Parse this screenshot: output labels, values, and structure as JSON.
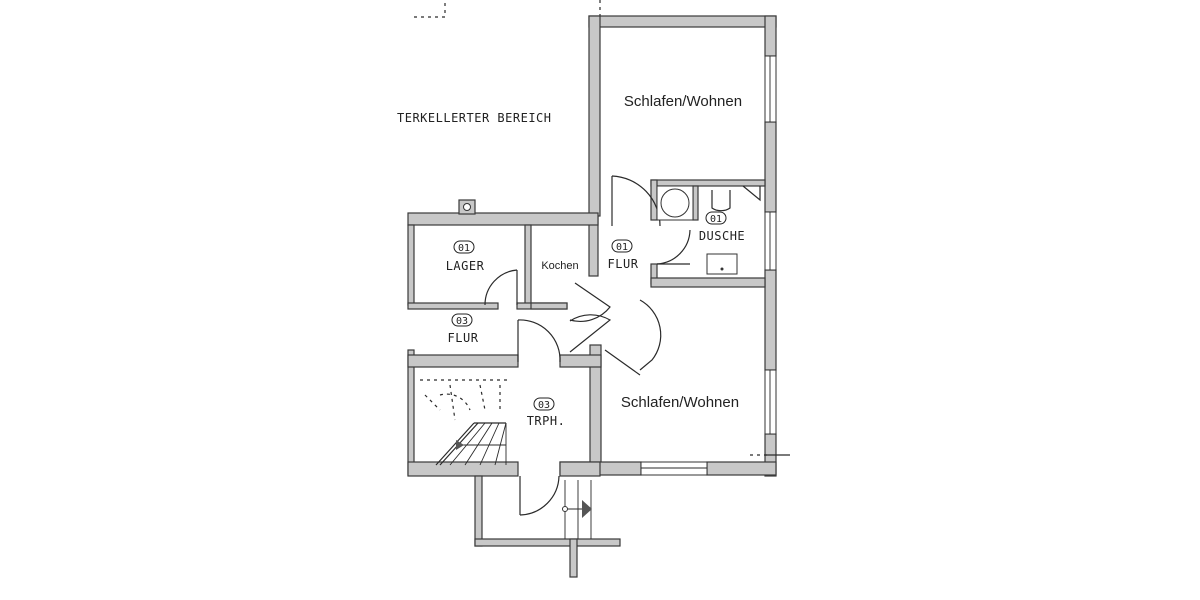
{
  "plan": {
    "area_label": "TERKELLERTER BEREICH",
    "rooms": [
      {
        "id": "schlafen-wohnen-top",
        "label": "Schlafen/Wohnen"
      },
      {
        "id": "schlafen-wohnen-bottom",
        "label": "Schlafen/Wohnen"
      },
      {
        "id": "kochen",
        "label": "Kochen"
      },
      {
        "id": "flur-01",
        "number": "01",
        "label": "FLUR"
      },
      {
        "id": "lager-01",
        "number": "01",
        "label": "LAGER"
      },
      {
        "id": "flur-03",
        "number": "03",
        "label": "FLUR"
      },
      {
        "id": "dusche-01",
        "number": "01",
        "label": "DUSCHE"
      },
      {
        "id": "trph-03",
        "number": "03",
        "label": "TRPH."
      }
    ]
  },
  "colors": {
    "wall_fill": "#c8c8c8",
    "line": "#2a2a2a",
    "background": "#ffffff"
  }
}
